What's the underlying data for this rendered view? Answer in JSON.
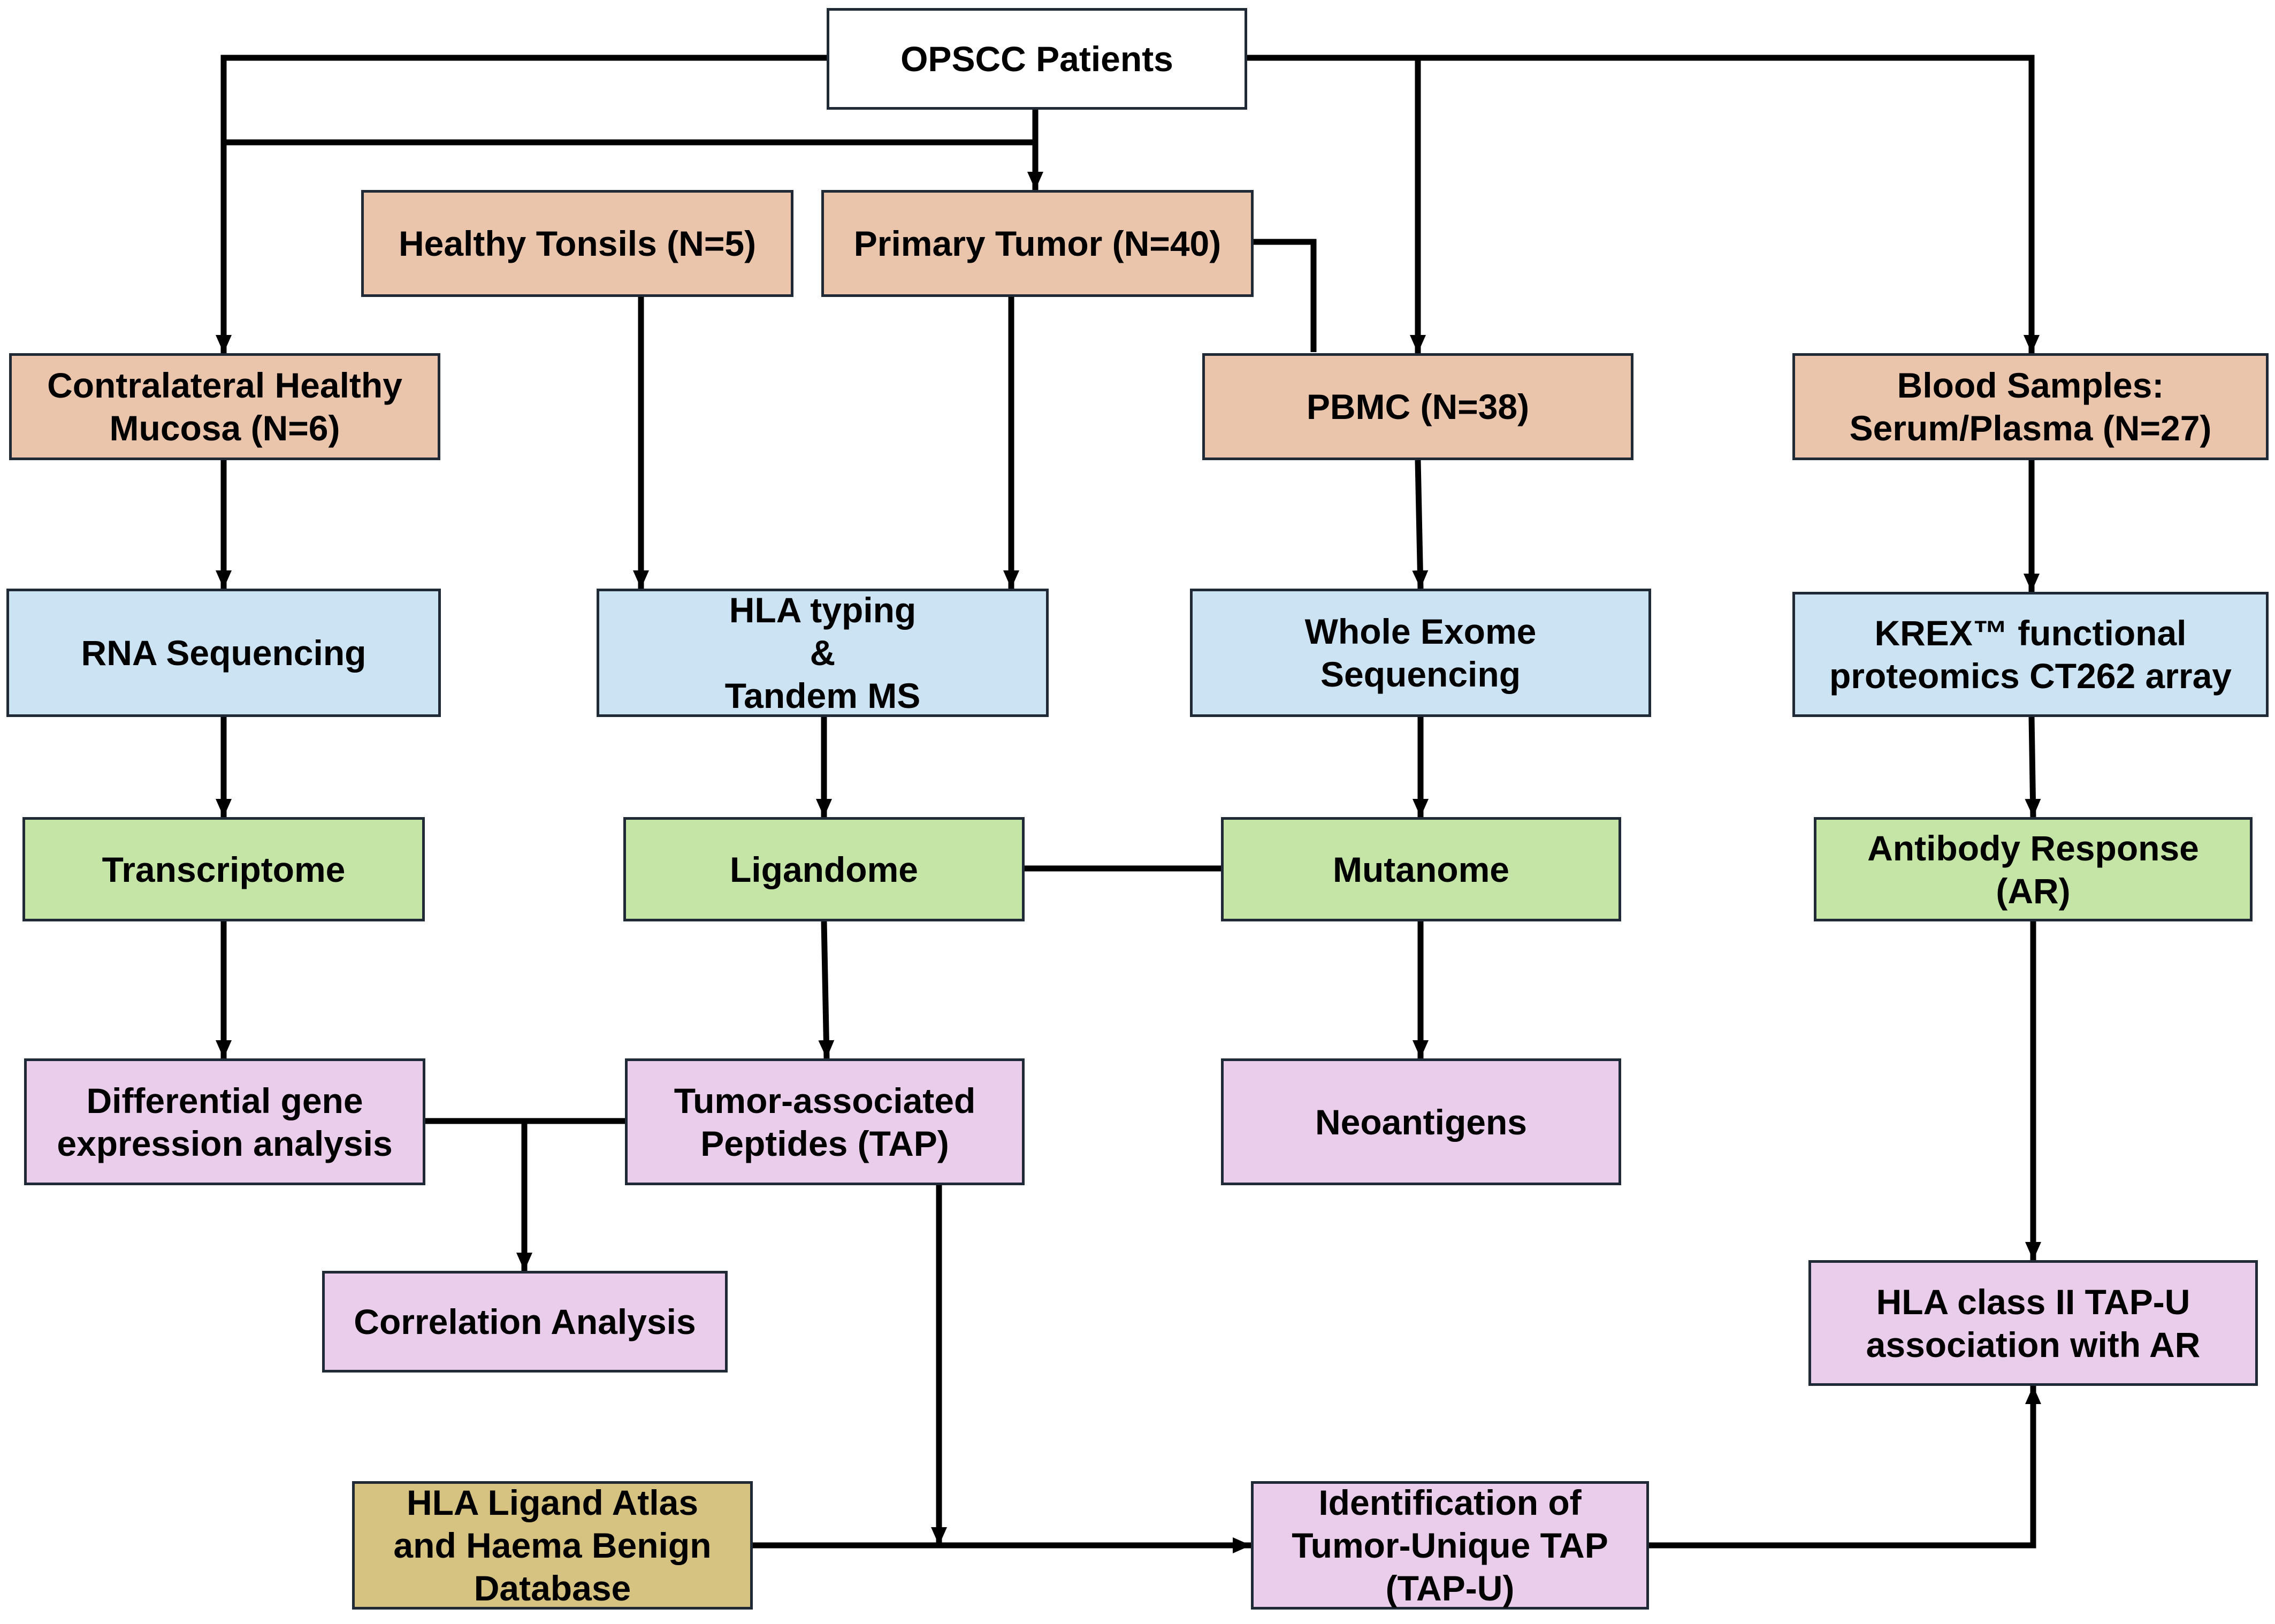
{
  "colors": {
    "white": "#ffffff",
    "orange": "#eac5ab",
    "blue": "#cce3f3",
    "green": "#c4e5a5",
    "purple": "#e9cdea",
    "gold": "#d6c381",
    "line": "#000000"
  },
  "nodes": {
    "opscc": [
      "OPSCC Patients"
    ],
    "tonsils": [
      "Healthy Tonsils (N=5)"
    ],
    "tumor": [
      "Primary Tumor  (N=40)"
    ],
    "mucosa": [
      "Contralateral Healthy",
      "Mucosa (N=6)"
    ],
    "pbmc": [
      "PBMC (N=38)"
    ],
    "blood": [
      "Blood Samples:",
      "Serum/Plasma (N=27)"
    ],
    "rnaseq": [
      "RNA Sequencing"
    ],
    "hla_typing": [
      "HLA typing",
      "&",
      "Tandem MS"
    ],
    "wes": [
      "Whole Exome",
      "Sequencing"
    ],
    "krex": [
      "KREX™ functional",
      "proteomics CT262 array"
    ],
    "transcriptome": [
      "Transcriptome"
    ],
    "ligandome": [
      "Ligandome"
    ],
    "mutanome": [
      "Mutanome"
    ],
    "antibody": [
      "Antibody Response",
      "(AR)"
    ],
    "dge": [
      "Differential gene",
      "expression analysis"
    ],
    "tap": [
      "Tumor-associated",
      "Peptides (TAP)"
    ],
    "neoantigens": [
      "Neoantigens"
    ],
    "correlation": [
      "Correlation Analysis"
    ],
    "hla_class2": [
      "HLA class II TAP-U",
      "association with AR"
    ],
    "atlas": [
      "HLA Ligand Atlas",
      "and Haema Benign",
      "Database"
    ],
    "tapu": [
      "Identification of",
      "Tumor-Unique TAP",
      "(TAP-U)"
    ]
  }
}
